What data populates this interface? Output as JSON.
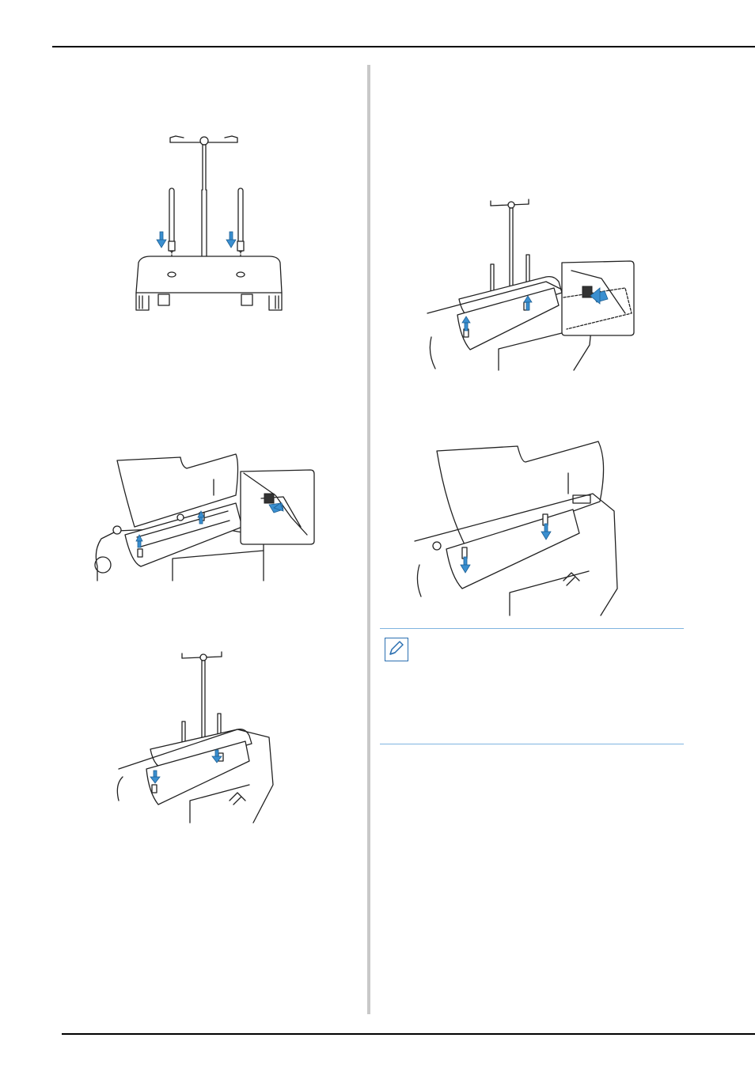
{
  "page": {
    "accent_color": "#3a8fd0",
    "divider_color": "#c8c8c8",
    "memo_rule_color": "#7fb4e0"
  },
  "figures": [
    {
      "id": "thread-stand-assembly",
      "icons": [
        "arrow-down-icon",
        "arrow-down-icon"
      ]
    },
    {
      "id": "open-top-cover",
      "icons": [
        "arrow-up-icon",
        "arrow-up-icon",
        "push-arrow-icon"
      ]
    },
    {
      "id": "insert-thread-stand",
      "icons": [
        "arrow-down-icon",
        "arrow-down-icon"
      ]
    },
    {
      "id": "remove-thread-stand",
      "icons": [
        "arrow-up-icon",
        "arrow-up-icon",
        "push-arrow-icon"
      ]
    },
    {
      "id": "close-top-cover",
      "icons": [
        "arrow-down-icon",
        "arrow-down-icon"
      ]
    }
  ],
  "memo": {
    "icon": "pencil-memo-icon"
  }
}
